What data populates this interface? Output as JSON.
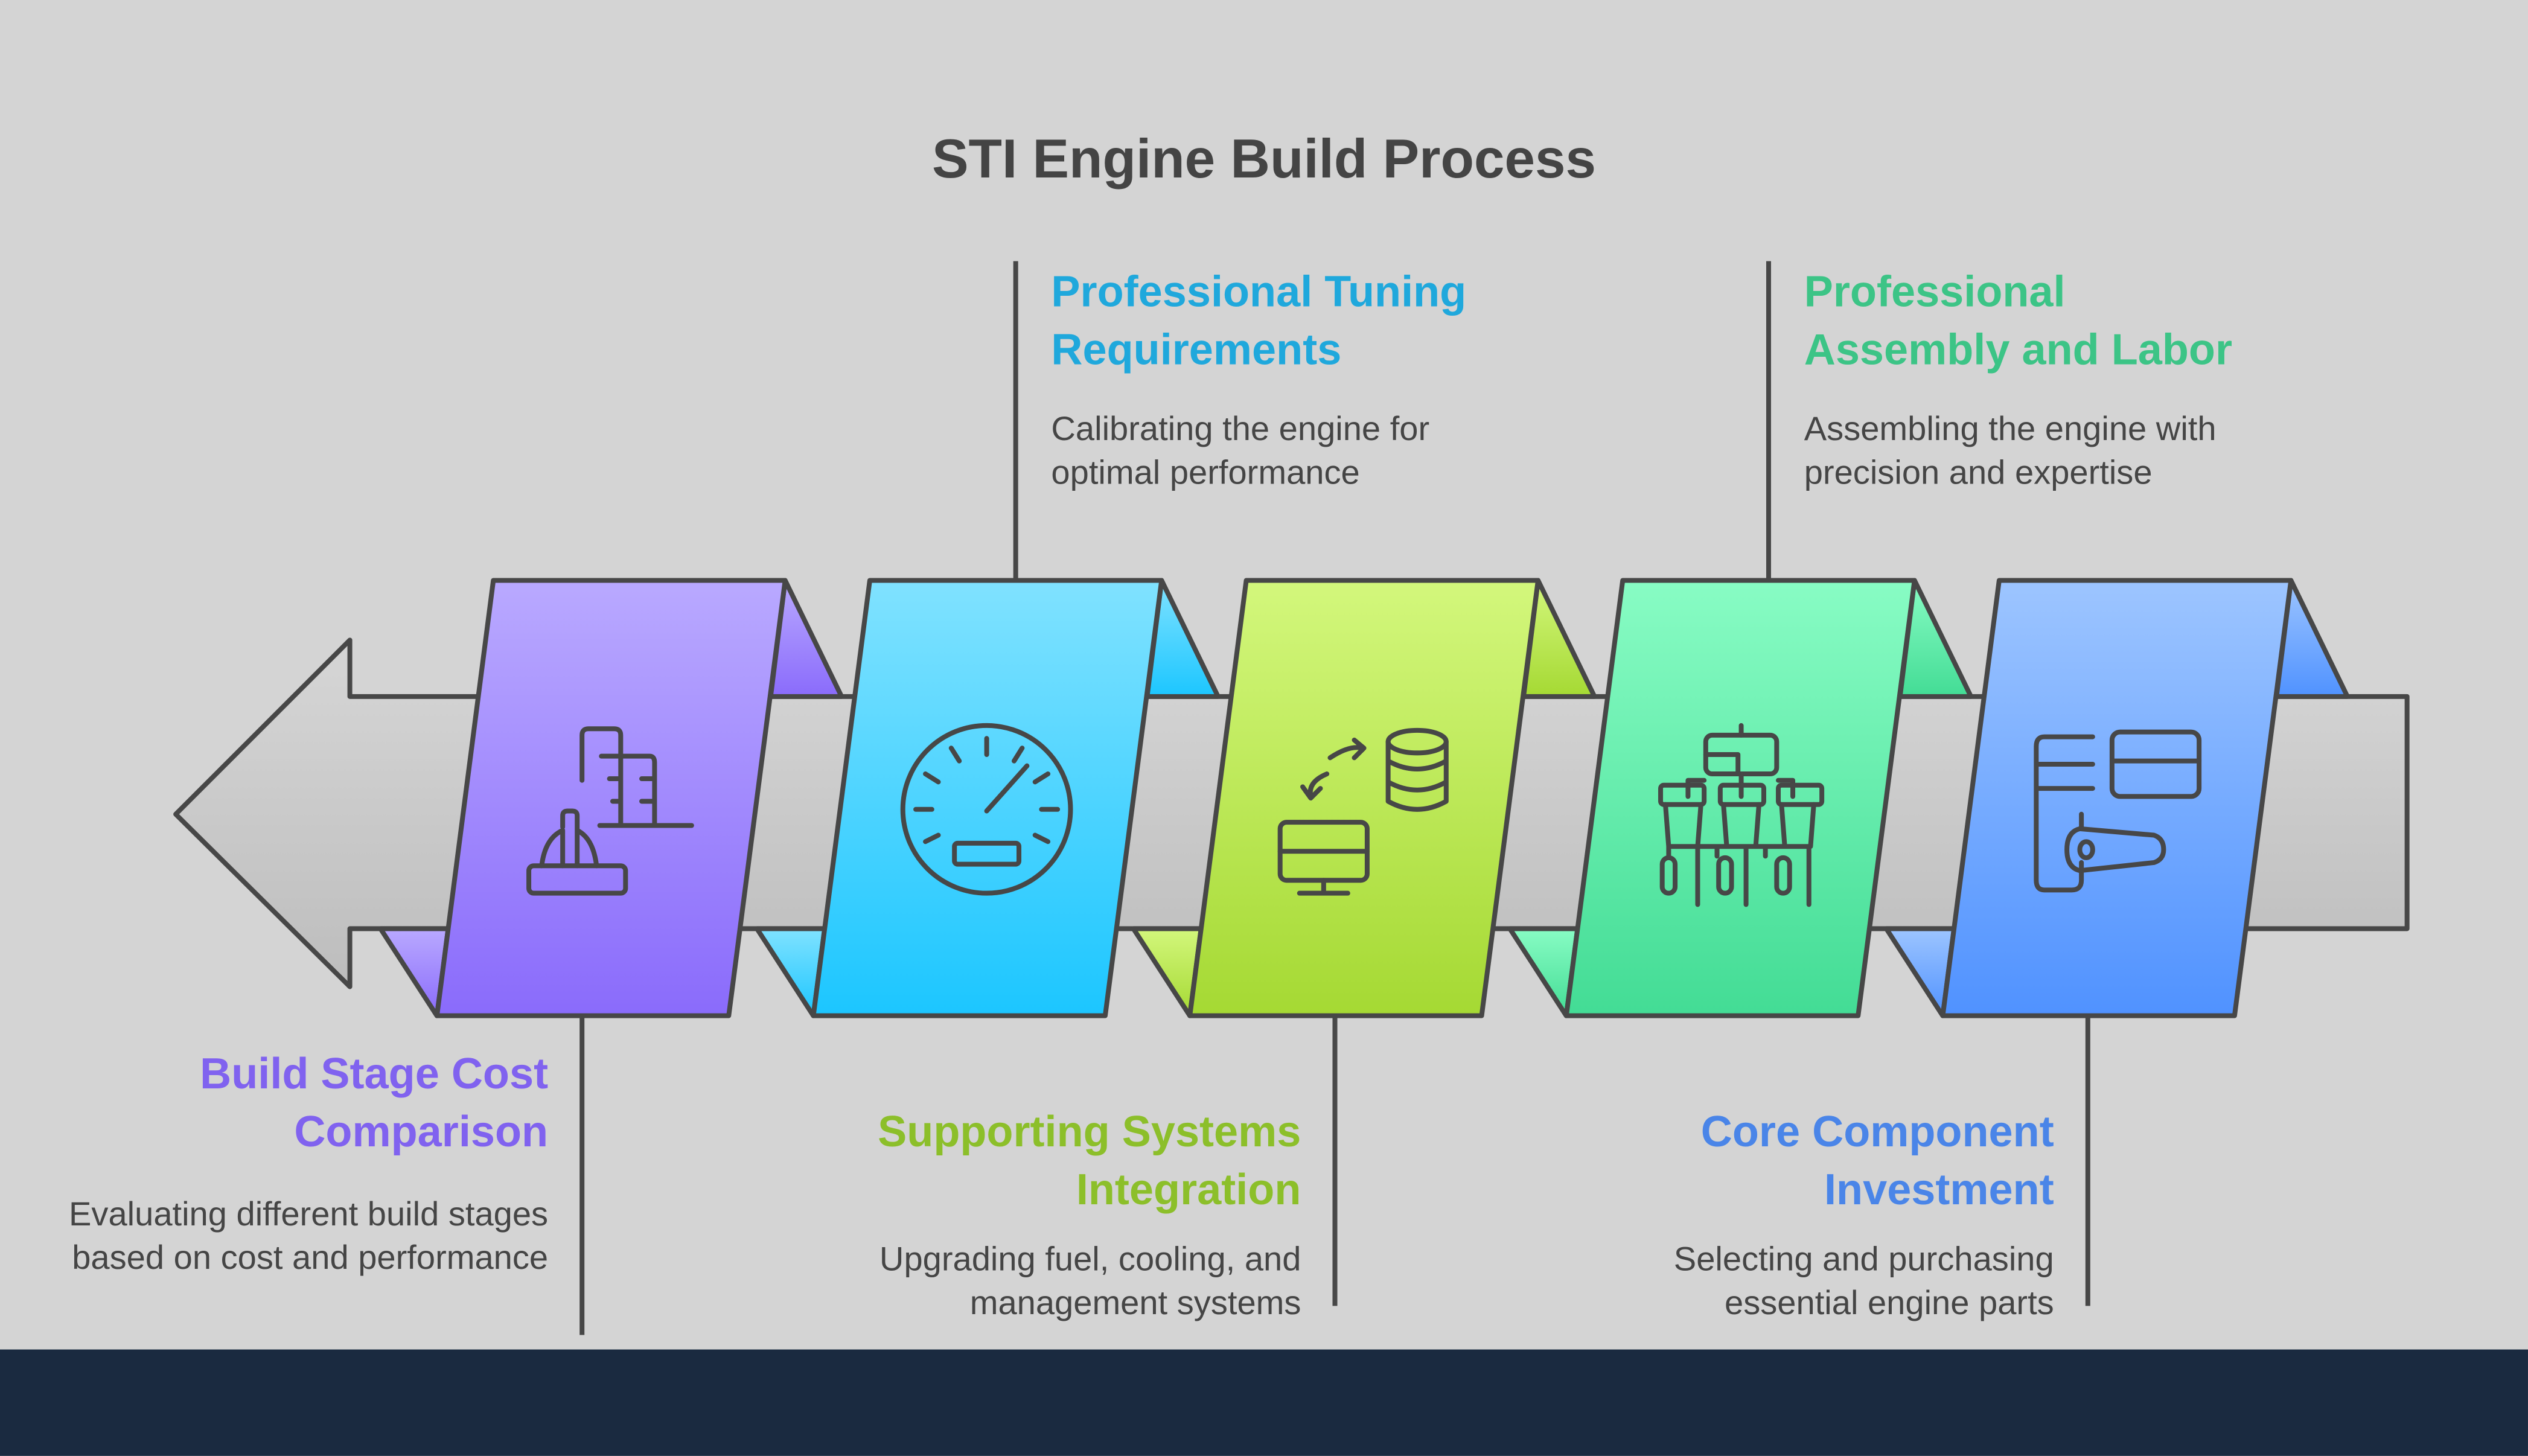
{
  "title": "STI Engine Build Process",
  "steps": [
    {
      "heading": "Build Stage Cost Comparison",
      "description": "Evaluating different build stages based on cost and performance",
      "icon": "construction-helmet-buildings-icon",
      "color": "#8b6cfb"
    },
    {
      "heading": "Professional Tuning Requirements",
      "description": "Calibrating the engine for optimal performance",
      "icon": "speedometer-icon",
      "color": "#1ec8ff"
    },
    {
      "heading": "Supporting Systems Integration",
      "description": "Upgrading fuel, cooling, and management systems",
      "icon": "computer-database-sync-icon",
      "color": "#a6db33"
    },
    {
      "heading": "Professional Assembly and Labor",
      "description": "Assembling the engine with precision and expertise",
      "icon": "hierarchy-assembly-icon",
      "color": "#44dd96"
    },
    {
      "heading": "Core Component Investment",
      "description": "Selecting and purchasing essential engine parts",
      "icon": "door-handle-parts-icon",
      "color": "#5193ff"
    }
  ]
}
